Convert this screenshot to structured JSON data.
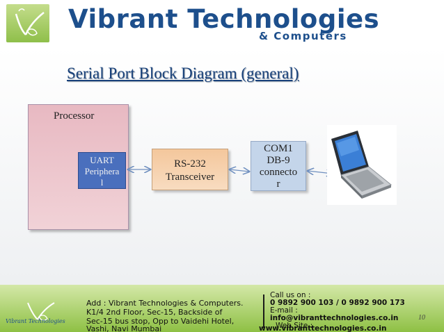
{
  "header": {
    "brand_title": "Vibrant Technologies",
    "brand_subtitle": "& Computers"
  },
  "slide": {
    "title": "Serial Port Block Diagram (general)",
    "blocks": {
      "processor": "Processor",
      "uart_lines": [
        "UART",
        "Periphera",
        "l"
      ],
      "rs232_lines": [
        "RS-232",
        "Transceiver"
      ],
      "com_lines": [
        "COM1",
        "DB-9",
        "connecto",
        "r"
      ]
    },
    "page_number": "10"
  },
  "footer": {
    "brand": "Vibrant Technologies",
    "address_lines": [
      "Add : Vibrant Technologies & Computers.",
      "K1/4 2nd Floor, Sec-15, Backside of",
      "Sec-15 bus stop, Opp to Vaidehi Hotel,",
      "Vashi, Navi Mumbai"
    ],
    "call_label": "Call us on :",
    "phones": "0 9892 900 103 /  0 9892 900 173",
    "email_label": "E-mail :",
    "email": "info@vibranttechnologies.co.in",
    "web_label": "Web Site :",
    "website": "www.vibranttechnologies.co.in"
  },
  "colors": {
    "brand_blue": "#1d4f8c",
    "footer_green": "#8ec044",
    "processor_pink": "#e8b9c2",
    "uart_blue": "#4a6fbd",
    "rs232_orange": "#f4c79c",
    "com_blue": "#c4d5ea"
  },
  "icons": [
    "vibrant-logo-icon",
    "laptop-icon",
    "double-arrow-icon"
  ]
}
